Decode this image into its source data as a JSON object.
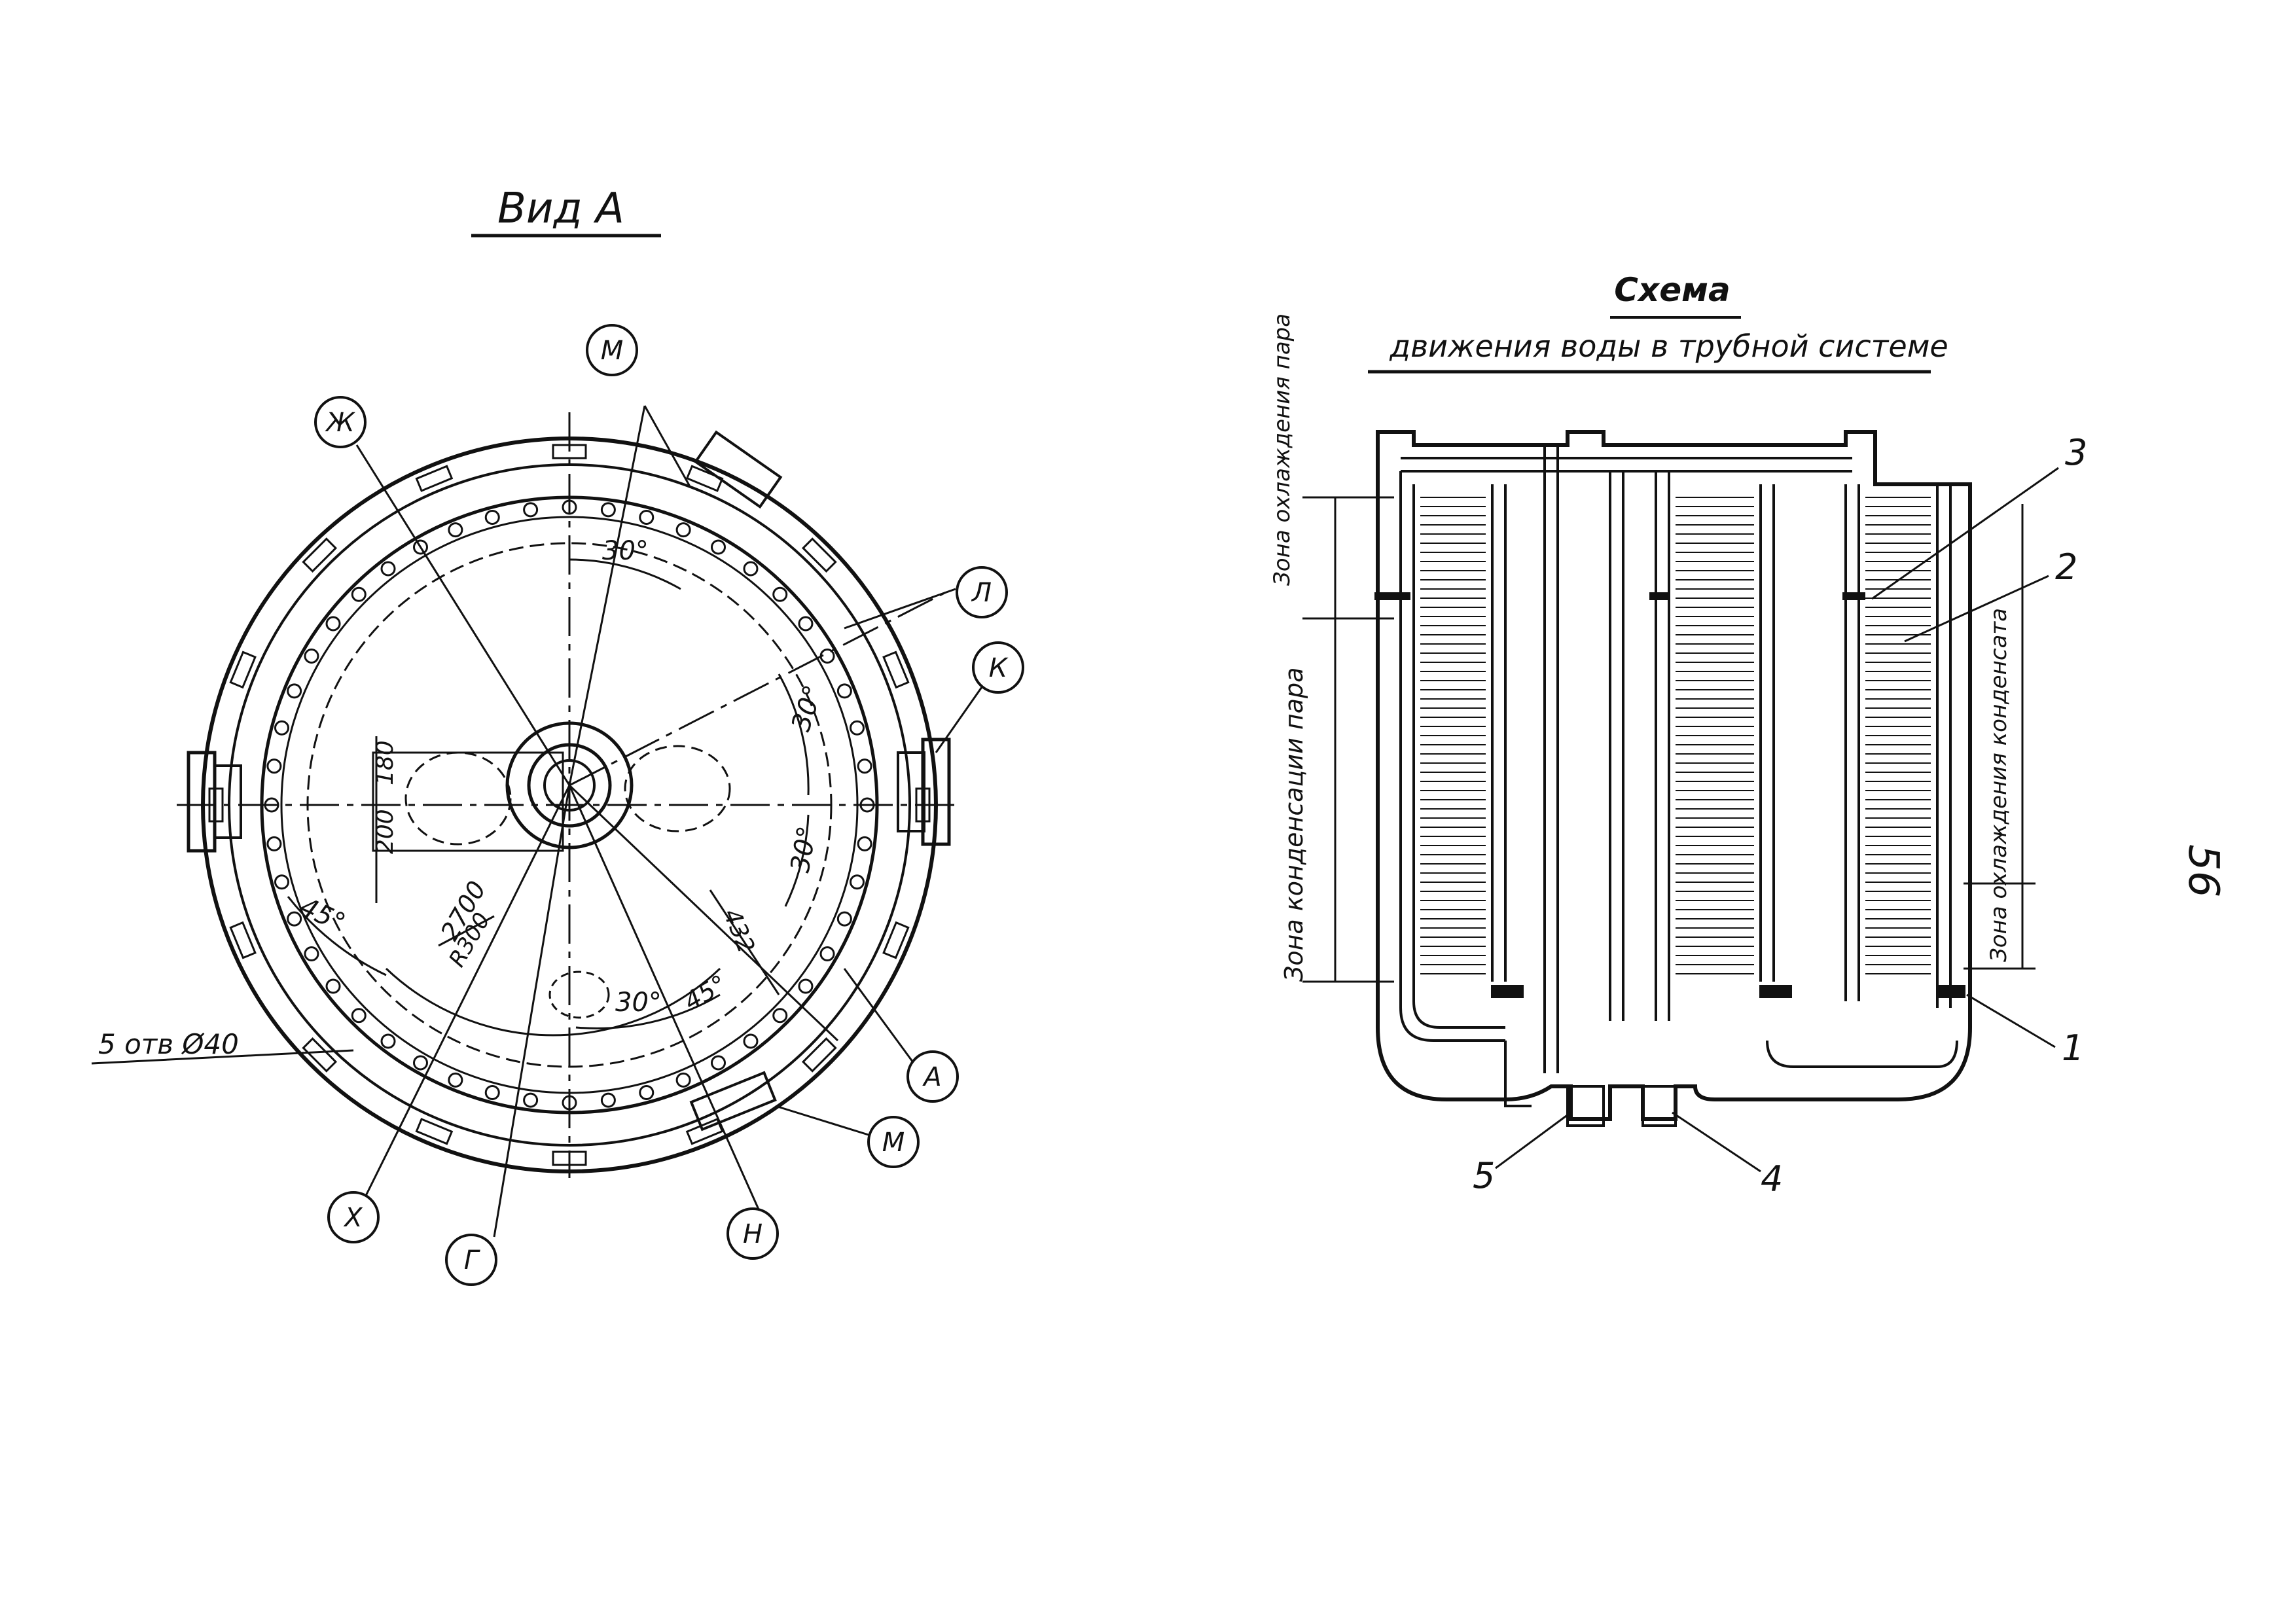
{
  "view_a": {
    "title": "Вид А",
    "callouts": {
      "m_top": "М",
      "zh": "Ж",
      "l": "Л",
      "k": "К",
      "a": "А",
      "m_bottom": "М",
      "h": "Н",
      "g": "Г",
      "x": "Х"
    },
    "dimensions": {
      "angle_top": "30°",
      "angle_right_upper": "30°",
      "angle_right_lower": "30°",
      "angle_bottom": "30°",
      "angle_left": "45°",
      "angle_bottom_right": "45°",
      "dim_180": "180",
      "dim_200": "200",
      "dia_2700": "2700",
      "r_300": "R300",
      "dim_432": "432",
      "holes_note": "5 отв Ø40"
    }
  },
  "scheme": {
    "title_line1": "Схема",
    "title_line2": "движения воды в трубной системе",
    "zones": {
      "steam_cooling": "Зона охлаждения пара",
      "steam_condensation": "Зона конденсации пара",
      "condensate_cooling": "Зона охлаждения конденсата"
    },
    "labels": {
      "n1": "1",
      "n2": "2",
      "n3": "3",
      "n4": "4",
      "n5": "5"
    }
  },
  "page_number": "56"
}
